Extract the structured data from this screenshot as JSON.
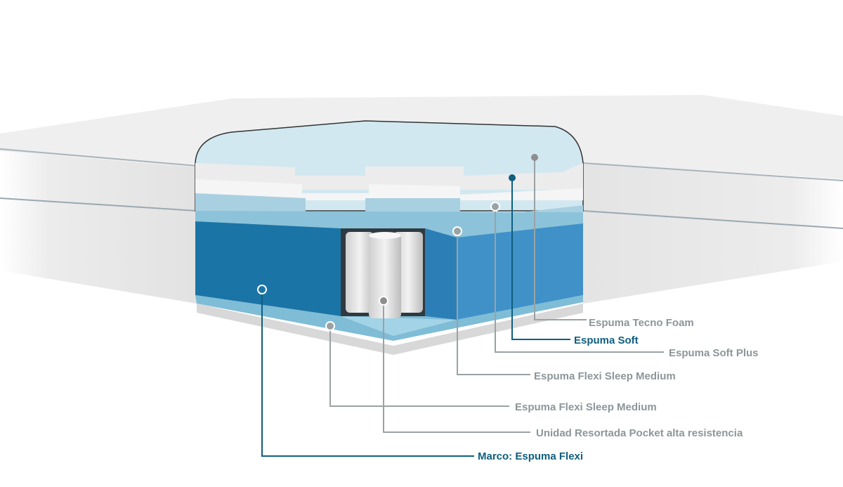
{
  "colors": {
    "label_gray": "#8c9698",
    "label_teal": "#0f5f7f",
    "line_gray": "#9aa2a4",
    "foam_dark_blue": "#1b74a6",
    "foam_light_blue": "#cde5ee"
  },
  "callouts": [
    {
      "label": "Espuma Tecno Foam",
      "style": "gray"
    },
    {
      "label": "Espuma Soft",
      "style": "teal"
    },
    {
      "label": "Espuma Soft Plus",
      "style": "gray"
    },
    {
      "label": "Espuma Flexi Sleep Medium",
      "style": "gray"
    },
    {
      "label": "Espuma Flexi Sleep Medium",
      "style": "gray"
    },
    {
      "label": "Unidad Resortada Pocket alta resistencia",
      "style": "gray"
    },
    {
      "label": "Marco: Espuma Flexi",
      "style": "teal"
    }
  ]
}
